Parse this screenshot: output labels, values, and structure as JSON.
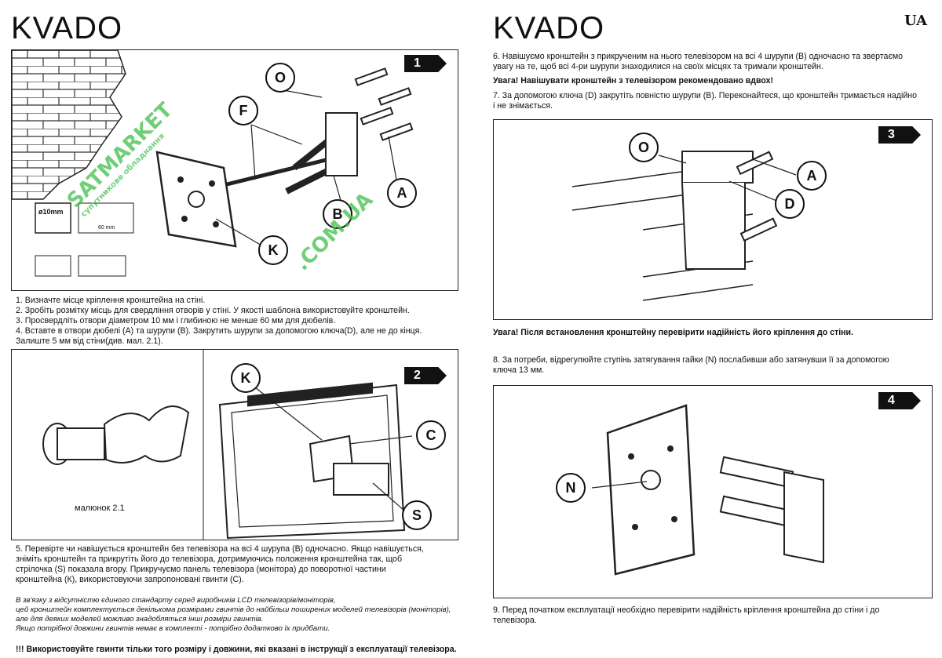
{
  "left": {
    "brand": "KVADO",
    "step1": {
      "number": "1",
      "callouts": [
        "O",
        "F",
        "A",
        "B",
        "K"
      ],
      "drill_label": "ø10mm",
      "depth_label": "60 mm"
    },
    "step1_text": [
      "1. Визначте місце кріплення кронштейна на стіні.",
      "2. Зробіть розмітку місць для свердління отворів у стіні. У якості шаблона використовуйте кронштейн.",
      "3. Просвердліть отвори діаметром 10 мм і глибиною не менше 60 мм для дюбелів.",
      "4. Вставте в отвори дюбелі (А) та шурупи (В). Закрутить шурупи за допомогою ключа(D), але не до кінця.",
      "    Залиште 5 мм від стіни(див. мал. 2.1)."
    ],
    "step2": {
      "number": "2",
      "caption": "малюнок 2.1",
      "callouts": [
        "K",
        "C",
        "S"
      ]
    },
    "step5_text": [
      "5.  Перевірте чи навішується кронштейн без телевізора на всі 4 шурупа (В) одночасно. Якщо навішується,",
      "зніміть кронштейн та прикрутіть його до телевізора, дотримуючись положення кронштейна так, щоб",
      "стрілочка (S) показала вгору. Прикручуємо панель телевізора (монітора) до поворотної частини",
      "кронштейна (К), використовуючи запропоновані гвинти (С)."
    ],
    "notes": [
      "В зв'язку з відсутністю єдиного стандарту серед виробників LCD телевізорів/моніторів,",
      "цей кронштейн комплектується декількома розмірами гвинтів до найбільш поширених моделей телевізорів (моніторів),",
      "але для деяких моделей можливо знадобляться інші розміри гвинтів.",
      "Якщо потрібної довжини гвинтів немає в комплекті - потрібно додатково їх придбати."
    ],
    "warning": "!!! Використовуйте гвинти тільки того розміру і довжини, які вказані в інструкції з експлуатації телевізора."
  },
  "right": {
    "brand": "KVADO",
    "lang_badge": "UA",
    "step6_text": [
      "6. Навішуємо кронштейн з прикрученим на нього телевізором на всі 4 шурупи (В) одночасно та звертаємо",
      "увагу на те, щоб всі 4-ри шурупи знаходилися на своїх місцях та тримали кронштейн."
    ],
    "attention1": "Увага! Навішувати  кронштейн з телевізором рекомендовано вдвох!",
    "step7_text": [
      "7. За допомогою ключа (D) закрутіть повністю шурупи (В). Переконайтеся, що кронштейн тримається надійно",
      "і не знімається."
    ],
    "step3": {
      "number": "3",
      "callouts": [
        "O",
        "A",
        "D"
      ]
    },
    "attention2": "Увага! Після встановлення кронштейну перевірити надійність його кріплення до стіни.",
    "step8_text": [
      "8. За потреби, відрегулюйте ступінь затягування гайки (N) послабивши або затянувши її за допомогою",
      "ключа 13 мм."
    ],
    "step4": {
      "number": "4",
      "callouts": [
        "N"
      ]
    },
    "step9_text": [
      "9. Перед початком експлуатації необхідно перевірити надійність кріплення кронштейна до стіни і до",
      "телевізора."
    ]
  },
  "watermark": {
    "text": "SATMARKET",
    "sub": "супутникове обладнання",
    "domain": ".COM.UA",
    "color": "#3fbf4a"
  }
}
